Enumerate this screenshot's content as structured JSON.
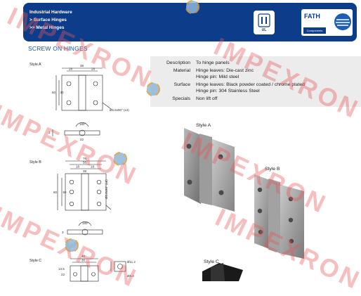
{
  "header": {
    "line1": "Industrial Hardware",
    "line2": "> Surface Hinges",
    "line3": ">> Metal Hinges",
    "brand": "FATH",
    "brand_sub": "Components",
    "cert_mark": "UL"
  },
  "section_title": "SCREW ON HINGES",
  "specs": [
    {
      "label": "Description",
      "value": [
        "To hinge panels"
      ]
    },
    {
      "label": "Material",
      "value": [
        "Hinge leaves: Die-cast zinc",
        "Hinge pin: Mild steel"
      ]
    },
    {
      "label": "Surface",
      "value": [
        "Hinge leaves: Black powder coated / chrome plated",
        "Hinge pin: 304 Stainless Steel"
      ]
    },
    {
      "label": "Specials",
      "value": [
        "Non lift off"
      ]
    }
  ],
  "drawings": {
    "style_a": "Style A",
    "style_b": "Style B",
    "style_c": "Style C",
    "dims_a": [
      "38",
      "28",
      "28",
      "60",
      "40",
      "Ø5.6x90° (x4)",
      "180°",
      "3",
      "22"
    ],
    "dims_b": [
      "76",
      "56",
      "18",
      "18",
      "38",
      "60",
      "50",
      "Ø5.6x90° (x6)",
      "180°",
      "3"
    ],
    "dims_c": [
      "40",
      "30",
      "22",
      "13.5",
      "Ø11.2",
      "Ø6.3"
    ]
  },
  "photos": {
    "style_a": "Style A",
    "style_b": "Style B",
    "style_c": "Style C"
  },
  "watermark": "IMPEXRON",
  "colors": {
    "header_bg": "#0d3d8a",
    "title": "#1b4f9c",
    "watermark": "#e85858"
  }
}
